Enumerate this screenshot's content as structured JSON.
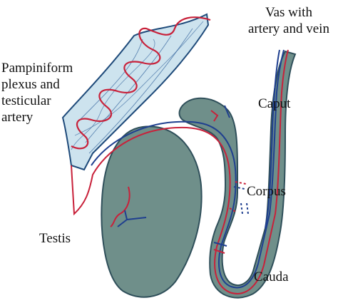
{
  "labels": {
    "vas": [
      "Vas with",
      "artery and vein"
    ],
    "pampiniform": [
      "Pampiniform",
      "plexus and",
      "testicular",
      "artery"
    ],
    "caput": "Caput",
    "corpus": "Corpus",
    "testis": "Testis",
    "cauda": "Cauda"
  },
  "colors": {
    "tissue_fill": "#6f8f8a",
    "tissue_stroke": "#2f4f5a",
    "plexus_fill": "#cde3ee",
    "plexus_stroke": "#1e4a7a",
    "vein": "#1f3f8f",
    "artery": "#c8213a",
    "background": "#ffffff"
  }
}
